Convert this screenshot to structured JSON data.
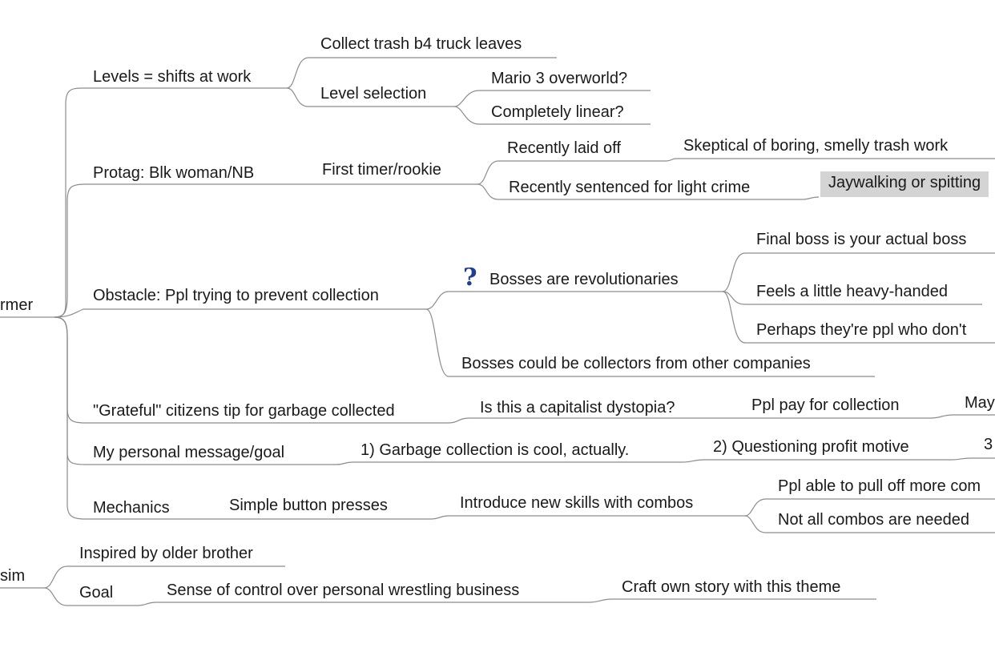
{
  "map": {
    "root1": "rmer",
    "levels": {
      "label": "Levels = shifts at work",
      "collect": "Collect trash b4 truck leaves",
      "selection": "Level selection",
      "mario": "Mario 3 overworld?",
      "linear": "Completely linear?"
    },
    "protag": {
      "label": "Protag: Blk woman/NB",
      "first_timer": "First timer/rookie",
      "laid_off": "Recently laid off",
      "skeptical": "Skeptical of boring, smelly trash work",
      "sentenced": "Recently sentenced for light crime",
      "jaywalking": "Jaywalking or spitting"
    },
    "obstacle": {
      "label": "Obstacle: Ppl trying to prevent collection",
      "bosses_rev": "Bosses are revolutionaries",
      "final_boss": "Final boss is your actual boss",
      "heavy": "Feels a little heavy-handed",
      "perhaps": "Perhaps they're ppl who don't",
      "bosses_collectors": "Bosses could be collectors from other companies"
    },
    "grateful": {
      "label": "\"Grateful\" citizens tip for garbage collected",
      "capitalist": "Is this a capitalist dystopia?",
      "ppl_pay": "Ppl pay for collection",
      "may": "May"
    },
    "message": {
      "label": "My personal message/goal",
      "one": "1) Garbage collection is cool, actually.",
      "two": "2) Questioning profit motive",
      "three": "3"
    },
    "mechanics": {
      "label": "Mechanics",
      "simple": "Simple button presses",
      "introduce": "Introduce new skills with combos",
      "pull_off": "Ppl able to pull off more com",
      "not_all": "Not all combos are needed"
    },
    "root2": "sim",
    "inspired": "Inspired by older brother",
    "goal": {
      "label": "Goal",
      "sense": "Sense of control over personal wrestling business",
      "craft": "Craft own story with this theme"
    }
  },
  "icons": {
    "question": "question-mark-icon",
    "question_color": "#1f3f8f"
  },
  "colors": {
    "connector": "#8c8c8c",
    "highlight": "#d4d4d4"
  }
}
